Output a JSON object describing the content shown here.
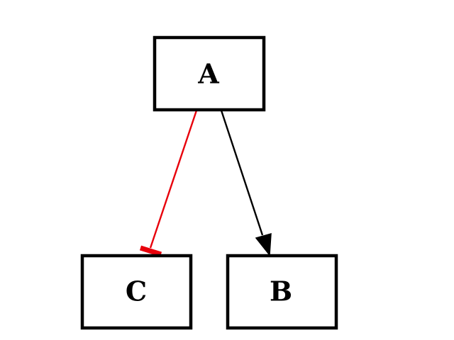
{
  "diagram": {
    "nodes": [
      {
        "id": "A",
        "label": "A"
      },
      {
        "id": "B",
        "label": "B"
      },
      {
        "id": "C",
        "label": "C"
      }
    ],
    "edges": [
      {
        "from": "A",
        "to": "C",
        "color": "#e8000b",
        "head": "tee"
      },
      {
        "from": "A",
        "to": "B",
        "color": "#000000",
        "head": "arrow"
      }
    ]
  },
  "colors": {
    "node_border": "#000000",
    "background": "#ffffff"
  }
}
